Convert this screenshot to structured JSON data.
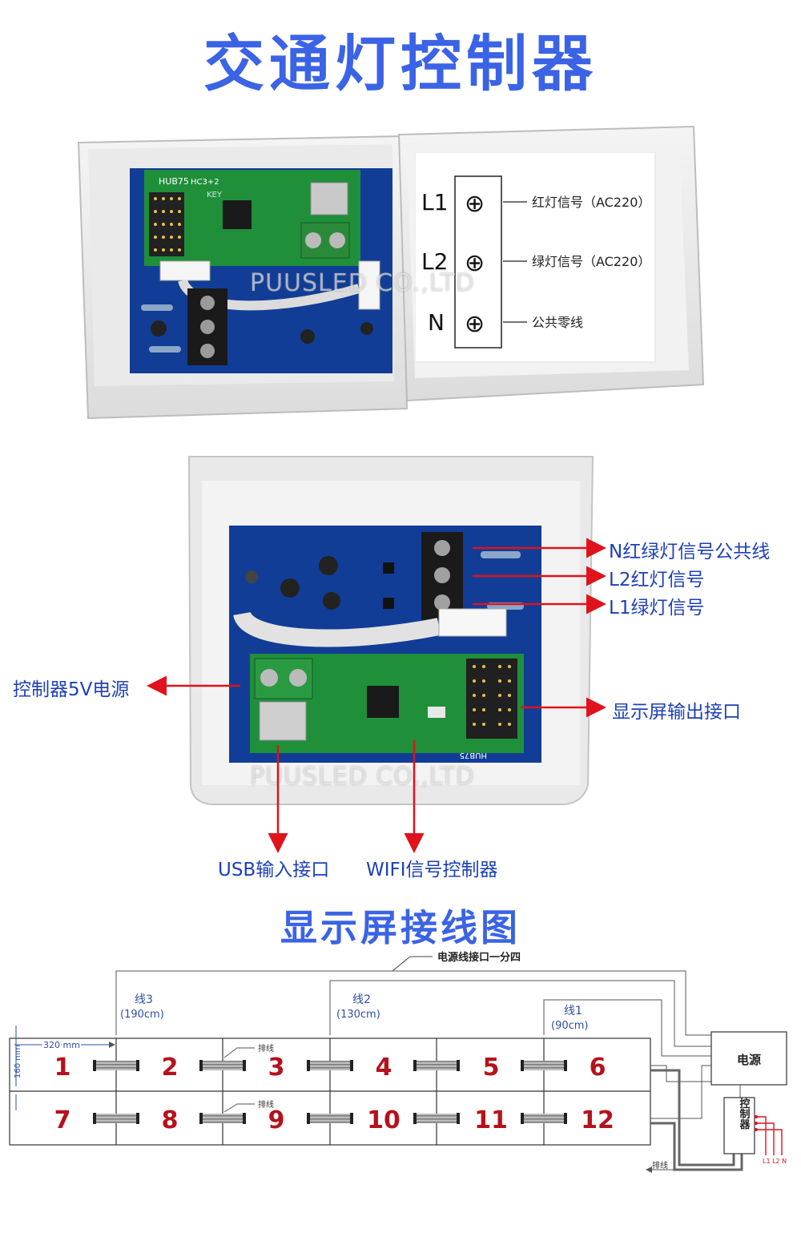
{
  "titles": {
    "main": "交通灯控制器",
    "wiring": "显示屏接线图"
  },
  "watermark": "PUUSLED CO.,LTD",
  "photo1": {
    "board_labels": {
      "hub": "HUB75",
      "model": "HC3+2",
      "key": "KEY"
    },
    "terminal_card": {
      "rows": [
        {
          "terminal": "L1",
          "symbol": "⊕",
          "desc": "红灯信号（AC220）"
        },
        {
          "terminal": "L2",
          "symbol": "⊕",
          "desc": "绿灯信号（AC220）"
        },
        {
          "terminal": "N",
          "symbol": "⊕",
          "desc": "公共零线"
        }
      ]
    }
  },
  "photo2": {
    "callouts": {
      "n_common": "N红绿灯信号公共线",
      "l2_red": "L2红灯信号",
      "l1_green": "L1绿灯信号",
      "power_5v": "控制器5V电源",
      "display_out": "显示屏输出接口",
      "usb_in": "USB输入接口",
      "wifi_ctrl": "WIFI信号控制器"
    }
  },
  "wiring": {
    "power_split_label": "电源线接口一分四",
    "lines": [
      {
        "name": "线3",
        "length": "(190cm)"
      },
      {
        "name": "线2",
        "length": "(130cm)"
      },
      {
        "name": "线1",
        "length": "(90cm)"
      }
    ],
    "dim_width": "320 mm",
    "dim_height": "160 mm",
    "ribbon_label": "排线",
    "ribbon_label_2": "排线",
    "ribbon_label_bottom": "排线",
    "power_box": "电源",
    "controller_box": "控制器",
    "output_terminals": "L1 L2 N",
    "panels_row1": [
      "1",
      "2",
      "3",
      "4",
      "5",
      "6"
    ],
    "panels_row2": [
      "7",
      "8",
      "9",
      "10",
      "11",
      "12"
    ]
  },
  "colors": {
    "title_blue": "#3b63e6",
    "callout_blue": "#1d3fb8",
    "arrow_red": "#e0121b",
    "pcb_blue": "#123d96",
    "pcb_green": "#1f8f3a",
    "panel_number_red": "#b5121b"
  }
}
